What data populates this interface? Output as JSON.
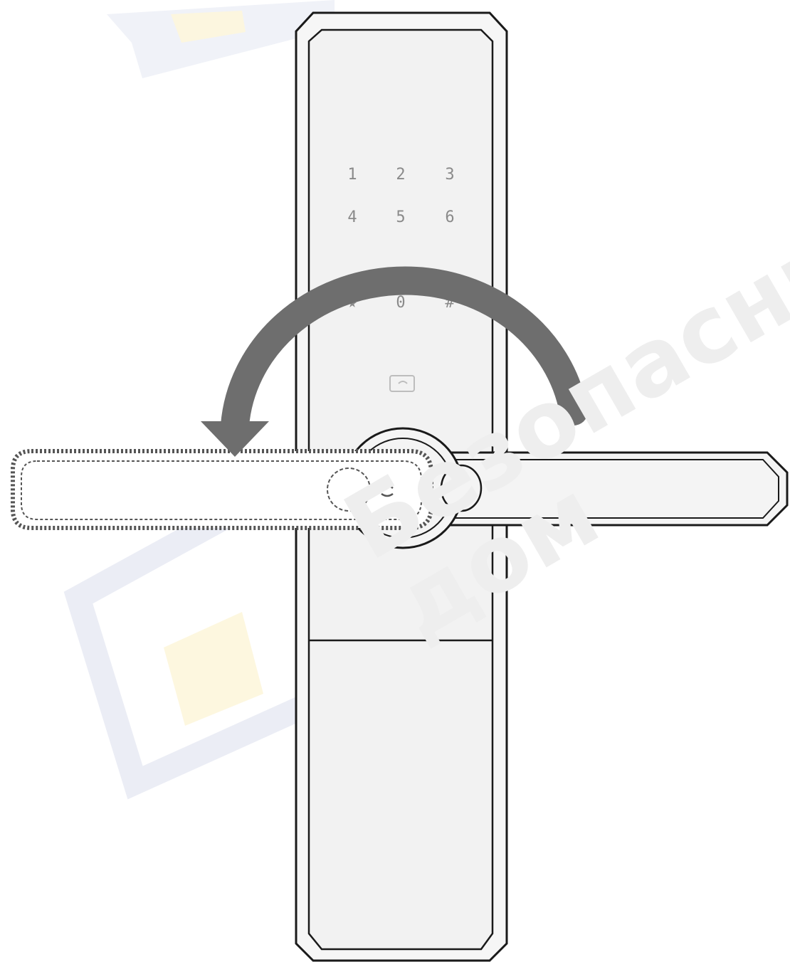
{
  "keypad": {
    "keys": [
      [
        "1",
        "2",
        "3"
      ],
      [
        "4",
        "5",
        "6"
      ],
      [
        "★",
        "0",
        "#"
      ]
    ]
  },
  "watermark": {
    "line1": "Безопасный",
    "line2": "дом"
  },
  "colors": {
    "outline": "#1a1a1a",
    "panel_fill": "#f4f4f4",
    "arrow": "#6e6e6e",
    "key_text": "#8a8a8a",
    "watermark_logo_blue": "#e6e9f3",
    "watermark_logo_yellow": "#fdf6db",
    "watermark_text": "#eeeeee"
  },
  "icons": {
    "rotation_arrow": "curved-arrow-counterclockwise-icon",
    "card_reader": "card-reader-icon",
    "keyhole": "keyhole-icon"
  }
}
